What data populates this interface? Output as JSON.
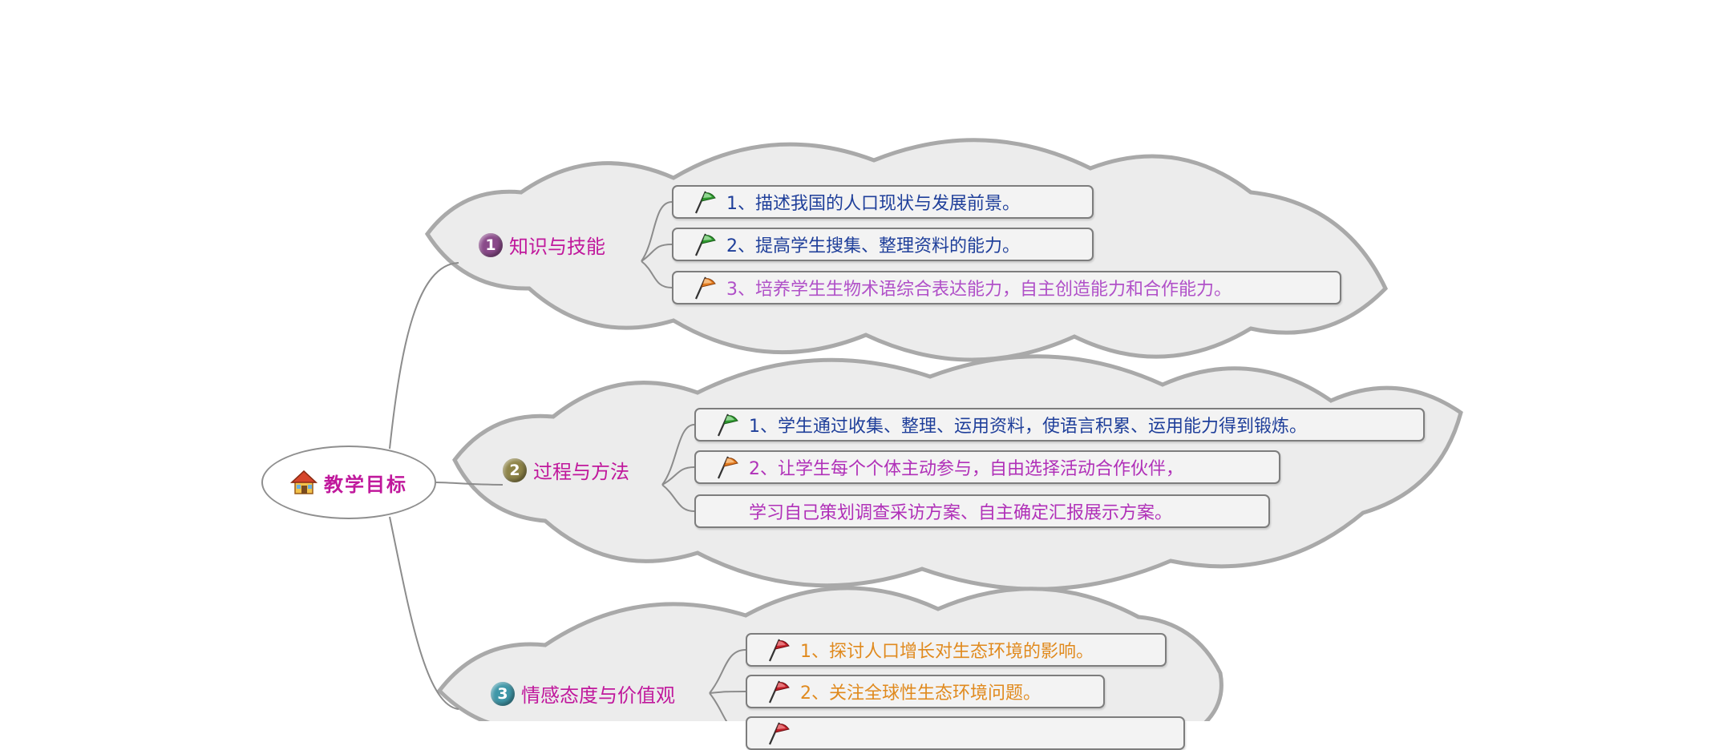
{
  "root": {
    "label": "教学目标",
    "icon": "house-icon"
  },
  "branches": [
    {
      "number": "1",
      "label": "知识与技能",
      "badge_color": "#8a4a8a",
      "children": [
        {
          "text": "1、描述我国的人口现状与发展前景。",
          "color": "#1f3f9a",
          "flag": "green"
        },
        {
          "text": "2、提高学生搜集、整理资料的能力。",
          "color": "#1f3f9a",
          "flag": "green"
        },
        {
          "text": "3、培养学生生物术语综合表达能力，自主创造能力和合作能力。",
          "color": "#b050c8",
          "flag": "orange"
        }
      ]
    },
    {
      "number": "2",
      "label": "过程与方法",
      "badge_color": "#8e8448",
      "children": [
        {
          "text": "1、学生通过收集、整理、运用资料，使语言积累、运用能力得到锻炼。",
          "color": "#1f3f9a",
          "flag": "green"
        },
        {
          "text": "2、让学生每个个体主动参与，自由选择活动合作伙伴，",
          "color": "#b030b8",
          "flag": "orange"
        },
        {
          "text": "学习自己策划调查采访方案、自主确定汇报展示方案。",
          "color": "#b030b8",
          "flag": ""
        }
      ]
    },
    {
      "number": "3",
      "label": "情感态度与价值观",
      "badge_color": "#3f97a8",
      "children": [
        {
          "text": "1、探讨人口增长对生态环境的影响。",
          "color": "#e08a1e",
          "flag": "red"
        },
        {
          "text": "2、关注全球性生态环境问题。",
          "color": "#e08a1e",
          "flag": "red"
        },
        {
          "text": "",
          "color": "#e08a1e",
          "flag": "red"
        }
      ]
    }
  ],
  "colors": {
    "cloud_fill": "#ececec",
    "cloud_stroke": "#a9a9a9",
    "connector": "#8c8c8c",
    "flag_green": "#2e9a2e",
    "flag_orange": "#e27a1e",
    "flag_red": "#c4202a"
  }
}
